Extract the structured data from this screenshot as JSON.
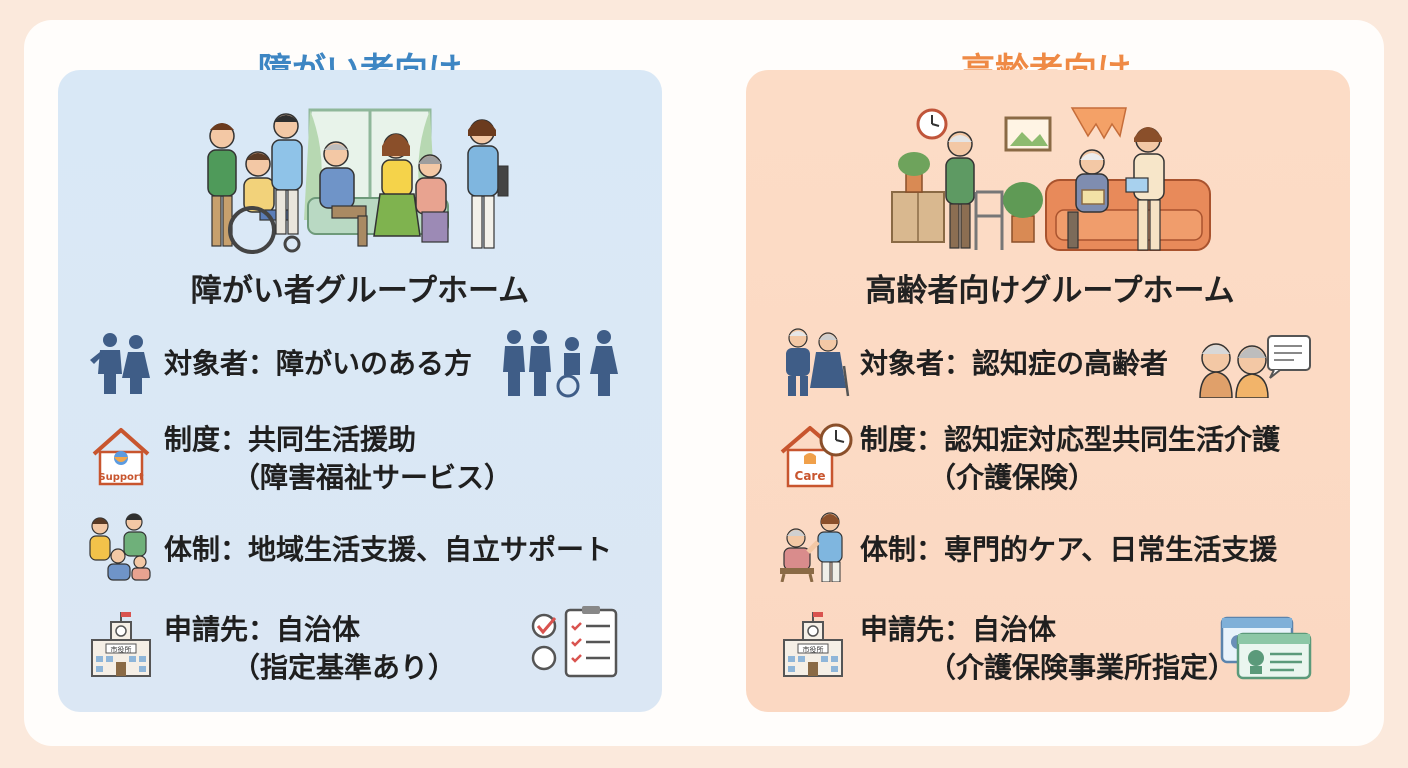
{
  "left": {
    "heading": "障がい者向け",
    "title": "障がい者グループホーム",
    "rows": [
      {
        "line1": "対象者：障がいのある方",
        "line2": ""
      },
      {
        "line1": "制度：共同生活援助",
        "line2": "（障害福祉サービス）",
        "icon_text": "Support"
      },
      {
        "line1": "体制：地域生活支援、自立サポート",
        "line2": ""
      },
      {
        "line1": "申請先：自治体",
        "line2": "（指定基準あり）",
        "icon_text": "市役所"
      }
    ]
  },
  "right": {
    "heading": "高齢者向け",
    "title": "高齢者向けグループホーム",
    "rows": [
      {
        "line1": "対象者：認知症の高齢者",
        "line2": ""
      },
      {
        "line1": "制度：認知症対応型共同生活介護",
        "line2": "（介護保険）",
        "icon_text": "Care"
      },
      {
        "line1": "体制：専門的ケア、日常生活支援",
        "line2": ""
      },
      {
        "line1": "申請先：自治体",
        "line2": "（介護保険事業所指定）",
        "icon_text": "市役所"
      }
    ]
  },
  "colors": {
    "left_accent": "#3e86c3",
    "right_accent": "#ef8a45",
    "left_panel": "#d9e8f6",
    "right_panel": "#fcdcc6"
  }
}
